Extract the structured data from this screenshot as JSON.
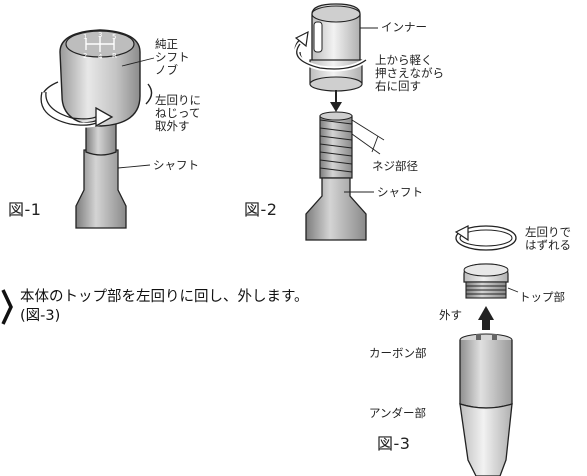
{
  "fig1": {
    "knob_label": [
      "純正",
      "シフト",
      "ノブ"
    ],
    "action_label": [
      "左回りに",
      "ねじって",
      "取外す"
    ],
    "shaft_label": "シャフト",
    "caption": "図-1",
    "shift_pattern_numbers": [
      "1",
      "3",
      "5",
      "2",
      "4",
      "R"
    ]
  },
  "fig2": {
    "inner_label": "インナー",
    "action_label": [
      "上から軽く",
      "押さえながら",
      "右に回す"
    ],
    "thread_label": "ネジ部径",
    "shaft_label": "シャフト",
    "caption": "図-2"
  },
  "fig3": {
    "rotate_label": [
      "左回りで",
      "はずれる"
    ],
    "top_label": "トップ部",
    "remove_label": "外す",
    "carbon_label": "カーボン部",
    "under_label": "アンダー部",
    "caption": "図-3"
  },
  "instruction": {
    "line1": "本体のトップ部を左回りに回し、外します。",
    "line2": "(図-3)"
  },
  "colors": {
    "shaft_gradient_light": "#d8d8d8",
    "shaft_gradient_dark": "#8a8a8a",
    "outline": "#222222",
    "arrow_fill": "#222222"
  }
}
